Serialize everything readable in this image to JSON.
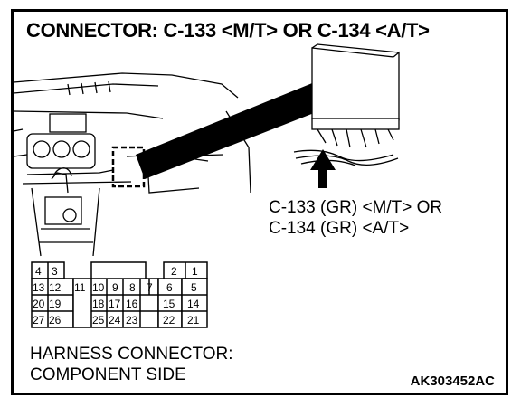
{
  "title": "CONNECTOR: C-133 <M/T> OR C-134 <A/T>",
  "callout": {
    "line1": "C-133 (GR) <M/T> OR",
    "line2": "C-134 (GR) <A/T>"
  },
  "connector": {
    "top_row": [
      "4",
      "3",
      "2",
      "1"
    ],
    "pins": [
      "13",
      "12",
      "11",
      "10",
      "9",
      "8",
      "7",
      "6",
      "5",
      "20",
      "19",
      "18",
      "17",
      "16",
      "15",
      "14",
      "27",
      "26",
      "25",
      "24",
      "23",
      "22",
      "21"
    ]
  },
  "caption": {
    "line1": "HARNESS CONNECTOR:",
    "line2": "COMPONENT SIDE"
  },
  "figure_code": "AK303452AC"
}
